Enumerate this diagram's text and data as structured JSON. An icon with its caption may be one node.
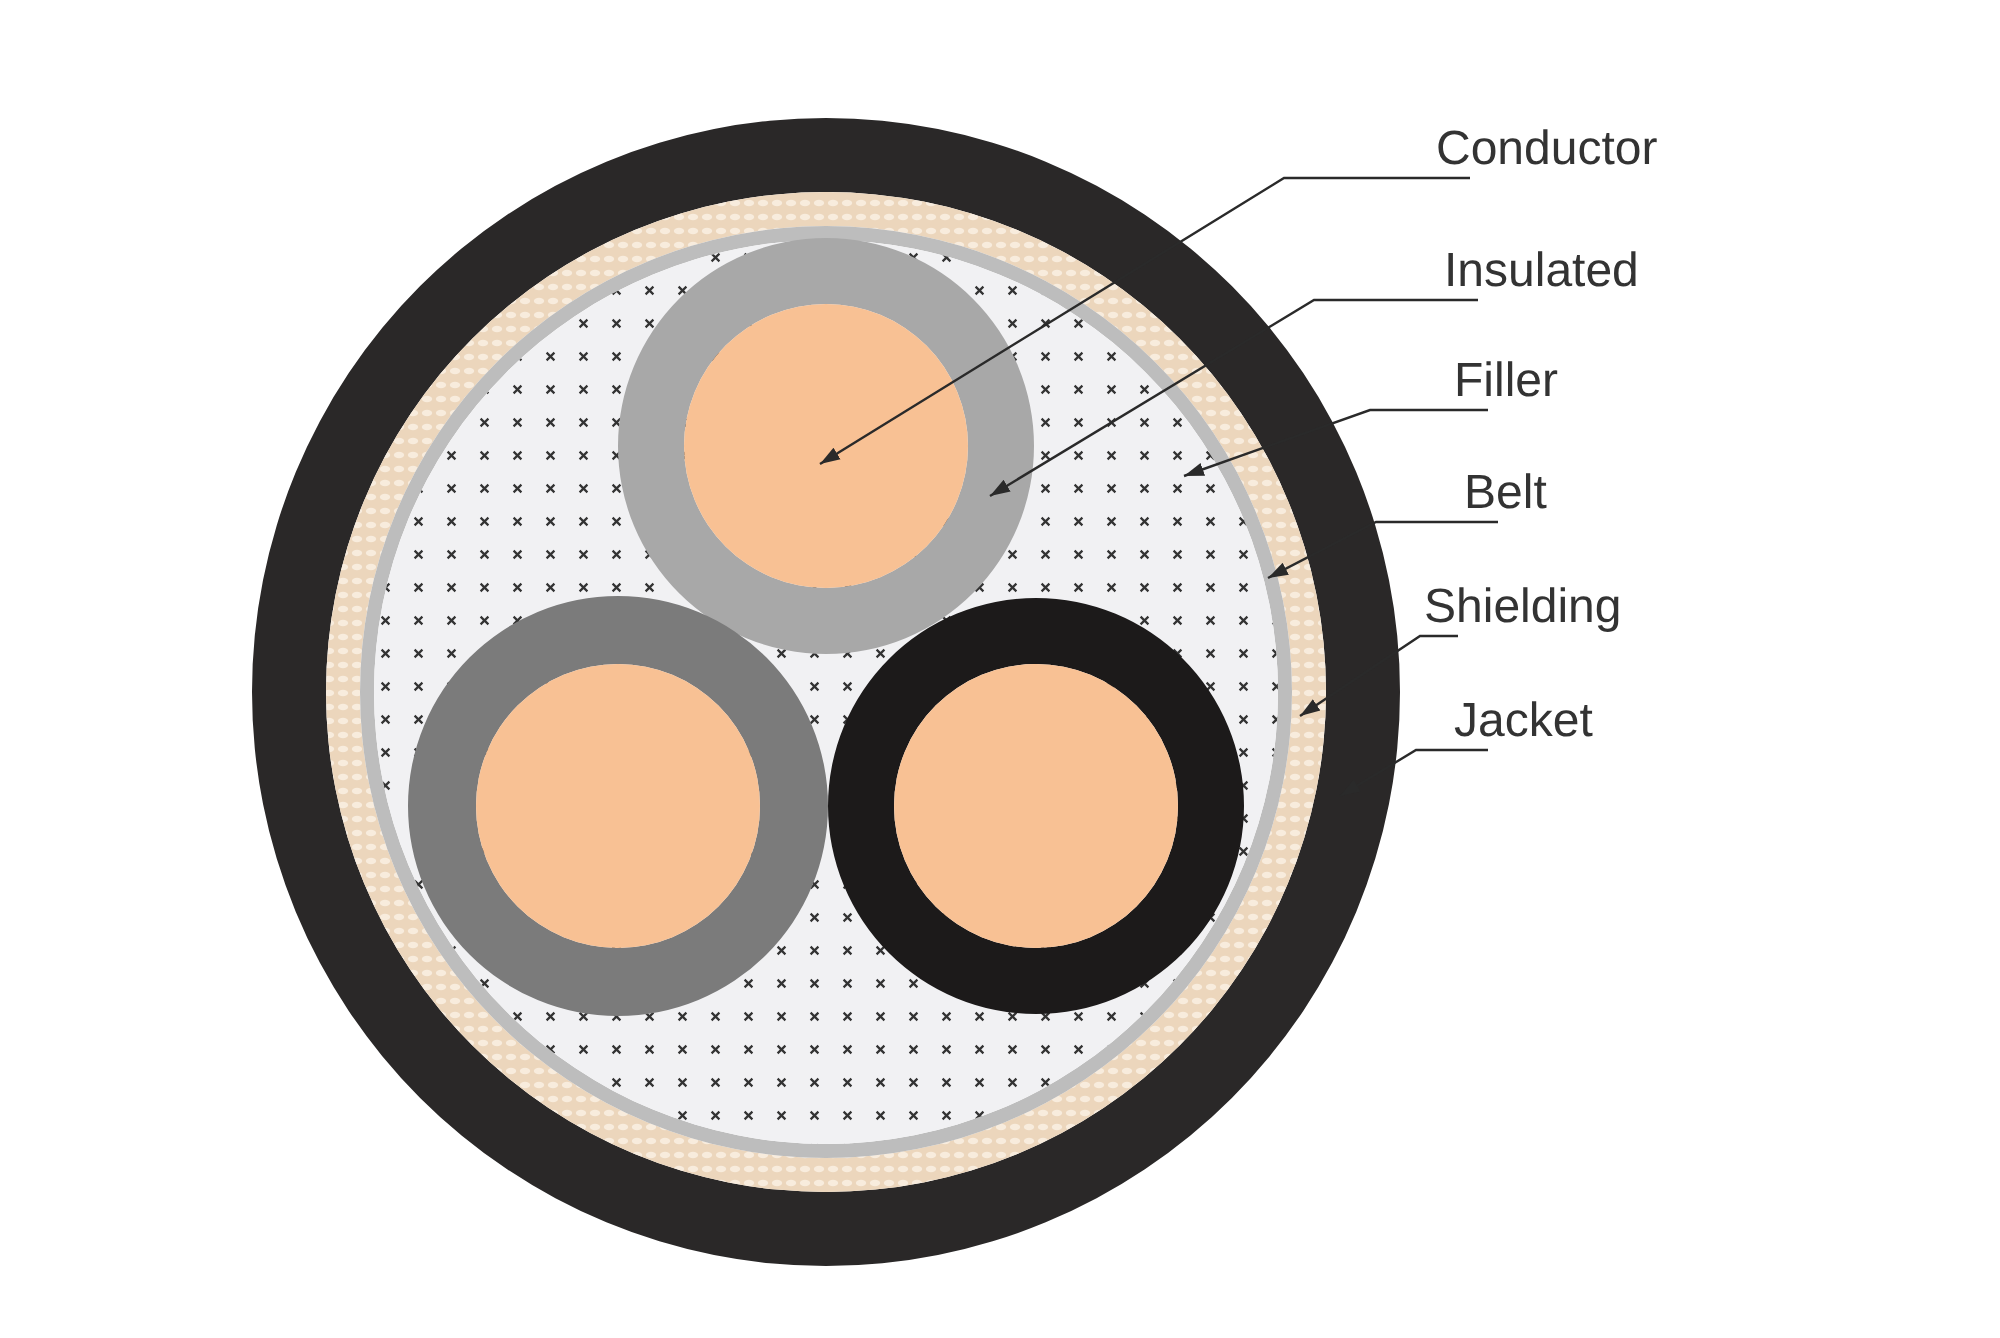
{
  "diagram": {
    "nodes": [
      {
        "text": [
          "Conductor"
        ]
      },
      {
        "text": [
          "Insulated"
        ]
      },
      {
        "text": [
          "Filler"
        ]
      },
      {
        "text": [
          "Belt"
        ]
      },
      {
        "text": [
          "Shielding"
        ]
      },
      {
        "text": [
          "Jacket"
        ]
      },
      {
        "text": [],
        "shape": "circle",
        "in": 7
      },
      {
        "text": [],
        "shape": "ring",
        "in": 8
      },
      {
        "text": [],
        "shape": "circle",
        "in": 9
      },
      {
        "text": [],
        "shape": "ring",
        "in": 10
      },
      {
        "text": [],
        "shape": "ring",
        "in": 11
      },
      {
        "text": [],
        "shape": "ring"
      },
      {
        "text": [],
        "shape": "ring",
        "in": 8
      },
      {
        "text": [],
        "shape": "circle",
        "in": 12
      },
      {
        "text": [],
        "shape": "ring",
        "in": 8
      },
      {
        "text": [],
        "shape": "circle",
        "in": 14
      }
    ],
    "edges": [
      {
        "from": 0,
        "to": 6,
        "arrow": "to"
      },
      {
        "from": 1,
        "to": 7,
        "arrow": "to"
      },
      {
        "from": 2,
        "to": 8,
        "arrow": "to"
      },
      {
        "from": 3,
        "to": 9,
        "arrow": "to"
      },
      {
        "from": 4,
        "to": 10,
        "arrow": "to"
      },
      {
        "from": 5,
        "to": 11,
        "arrow": "to"
      }
    ]
  }
}
